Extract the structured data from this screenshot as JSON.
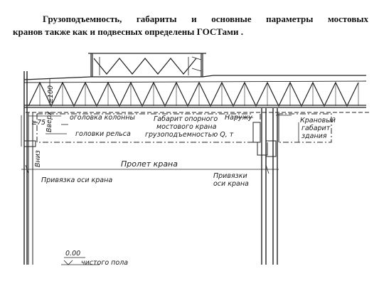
{
  "text": {
    "line1": "Грузоподъемность, габариты и основные параметры мостовых",
    "line2": "кранов также как и подвесных определены ГОСТами ."
  },
  "drawing": {
    "roof_height": "≥100",
    "pad_75": "≥75",
    "up_label": "Вверх",
    "down_label": "Вниз",
    "column_top": "оголовка колонны",
    "rail_head": "головки рельса",
    "gabarit_1": "Габарит опорного",
    "gabarit_2": "мостового крана",
    "gabarit_3": "грузоподъемностью Q, т",
    "outside": "Наружу",
    "crane_clear_1": "Крановый",
    "crane_clear_2": "габарит",
    "crane_clear_3": "здания",
    "span": "Пролет крана",
    "axis_binding": "Привязка оси крана",
    "axis_bindings_1": "Привязки",
    "axis_bindings_2": "оси крана",
    "floor_level": "0.00",
    "floor_text": "чистого пола"
  }
}
